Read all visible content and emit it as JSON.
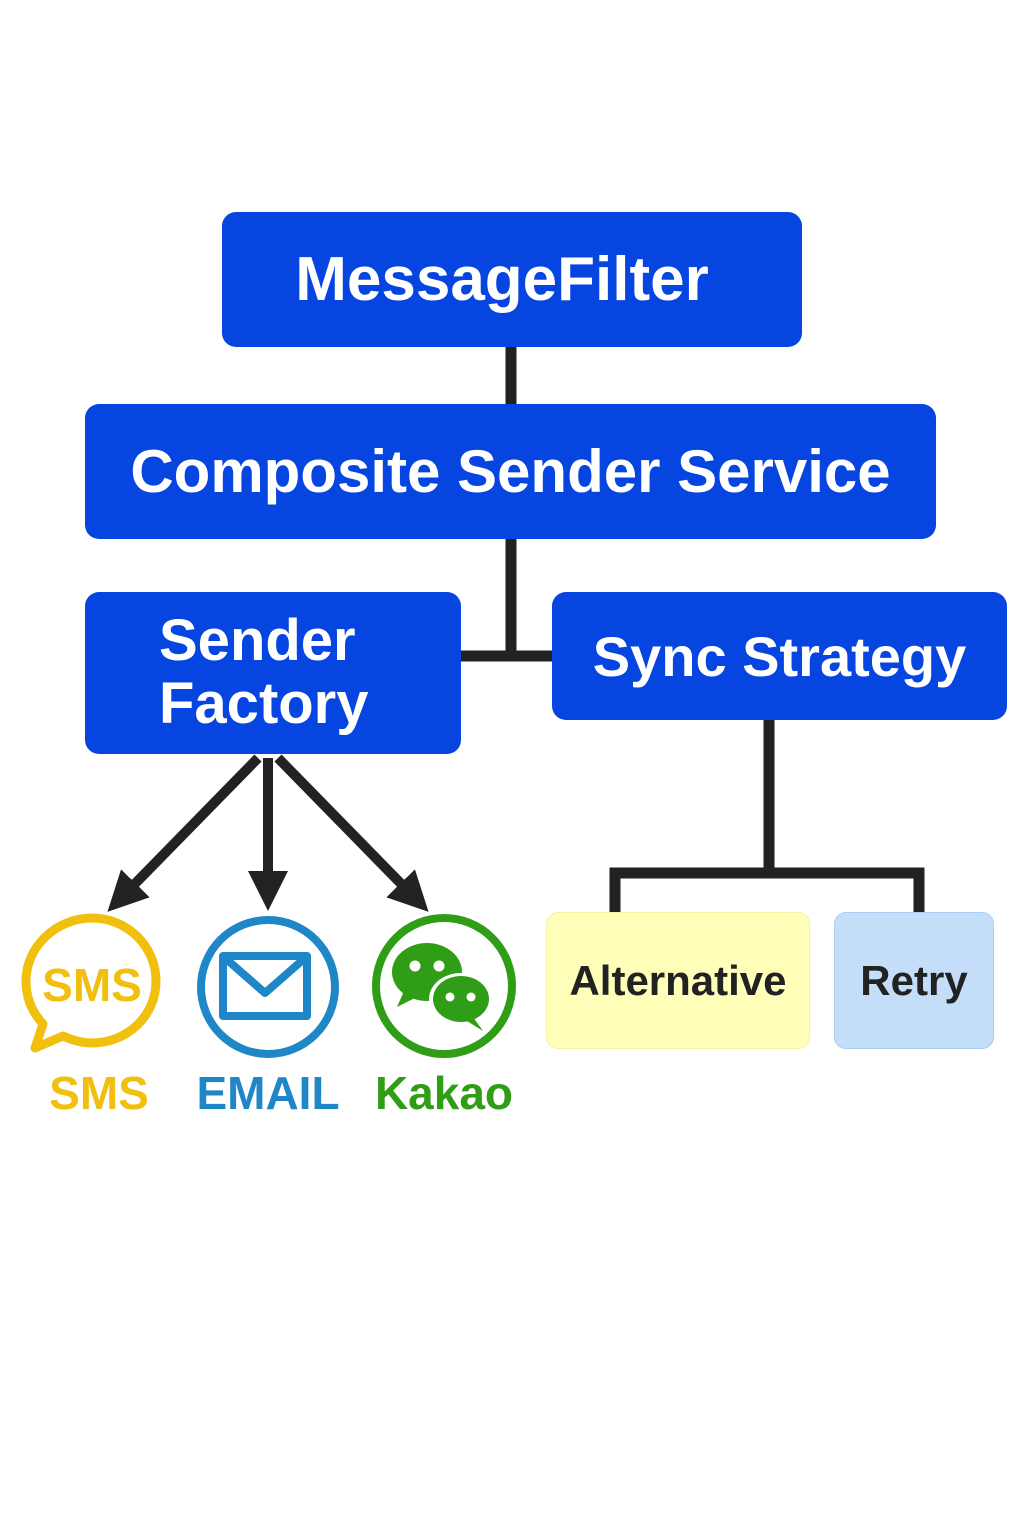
{
  "nodes": {
    "message_filter": "MessageFilter",
    "composite_sender_service": "Composite Sender Service",
    "sender_factory": [
      "Sender",
      "Factory"
    ],
    "sync_strategy": "Sync Strategy",
    "alternative": "Alternative",
    "retry": "Retry"
  },
  "channels": [
    {
      "icon_text": "SMS",
      "label": "SMS",
      "icon": "sms-speech-bubble-icon",
      "color": "#f1c00f"
    },
    {
      "icon_text": "",
      "label": "EMAIL",
      "icon": "envelope-icon",
      "color": "#1f86c8"
    },
    {
      "icon_text": "",
      "label": "Kakao",
      "icon": "chat-bubbles-icon",
      "color": "#2f9e16"
    }
  ],
  "colors": {
    "node_blue": "#0645e0",
    "alternative_fill": "#ffffb9",
    "retry_fill": "#c4defa",
    "connector": "#222222"
  }
}
